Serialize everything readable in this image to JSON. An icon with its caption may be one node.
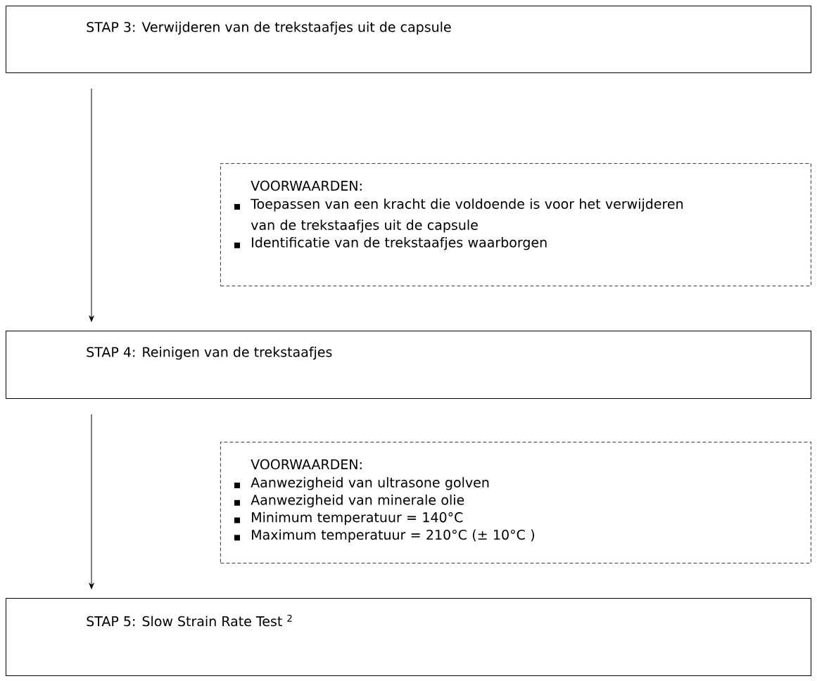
{
  "diagram": {
    "nodes": [
      {
        "text": [
          "STAP 3: Verwijderen van de trekstaafjes uit de capsule"
        ]
      },
      {
        "text": [
          "VOORWAARDEN:",
          "Toepassen van een kracht die voldoende is voor het verwijderen van de trekstaafjes uit de capsule",
          "Identificatie  van de trekstaafjes waarborgen"
        ]
      },
      {
        "text": [
          "STAP 4: Reinigen van de trekstaafjes"
        ]
      },
      {
        "text": [
          "VOORWAARDEN:",
          "Aanwezigheid van ultrasone golven",
          "Aanwezigheid van minerale olie",
          "Minimum temperatuur = 140°C",
          "Maximum temperatuur = 210°C (± 10°C )"
        ]
      },
      {
        "text": [
          "STAP 5: Slow Strain Rate Test $^{2}$"
        ]
      }
    ],
    "edges": [
      {
        "from": 0,
        "to": 2,
        "arrow": "to"
      },
      {
        "from": 2,
        "to": 4,
        "arrow": "to"
      }
    ]
  }
}
